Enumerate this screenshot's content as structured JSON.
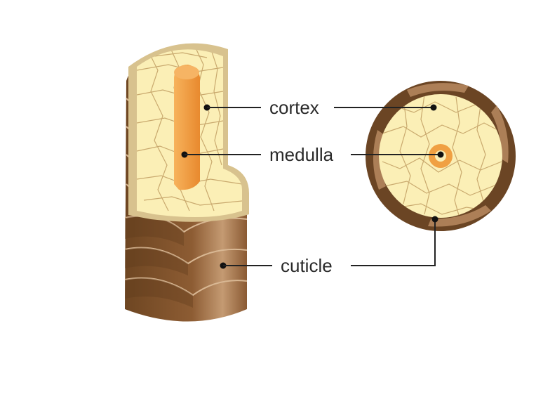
{
  "labels": {
    "cortex": "cortex",
    "medulla": "medulla",
    "cuticle": "cuticle"
  },
  "colors": {
    "cuticle_dark": "#6b4524",
    "cuticle_mid": "#8a5a33",
    "cuticle_light": "#c8a07a",
    "cortex_fill": "#fbefb6",
    "cortex_line": "#c9a96e",
    "rim": "#d8c28e",
    "medulla": "#f2a04a",
    "medulla_shade": "#e8892e",
    "leader": "#222222"
  }
}
